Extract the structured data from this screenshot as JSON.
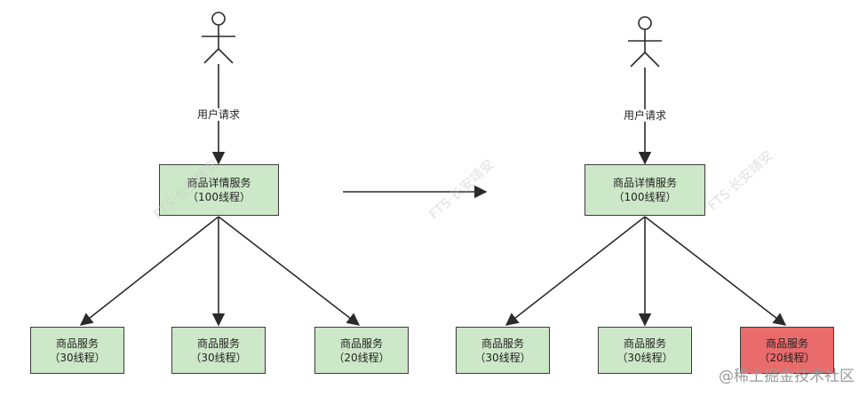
{
  "colors": {
    "normal_fill": "#cde8c8",
    "failed_fill": "#ea6b6b",
    "stroke": "#2b2b2b"
  },
  "left": {
    "actor_icon": "stick-figure-user",
    "request_label": "用户请求",
    "detail_service": {
      "name": "商品详情服务",
      "threads": "（100线程）"
    },
    "product_services": [
      {
        "name": "商品服务",
        "threads": "（30线程）"
      },
      {
        "name": "商品服务",
        "threads": "（30线程）"
      },
      {
        "name": "商品服务",
        "threads": "（20线程）"
      }
    ]
  },
  "transition_icon": "arrow-right",
  "right": {
    "actor_icon": "stick-figure-user",
    "request_label": "用户请求",
    "detail_service": {
      "name": "商品详情服务",
      "threads": "（100线程）"
    },
    "product_services": [
      {
        "name": "商品服务",
        "threads": "（30线程）",
        "state": "normal"
      },
      {
        "name": "商品服务",
        "threads": "（30线程）",
        "state": "normal"
      },
      {
        "name": "商品服务",
        "threads": "（20线程）",
        "state": "failed"
      }
    ]
  },
  "watermarks": [
    "FTS·长安靖安",
    "FTS·长安靖安",
    "FTS·长安靖安"
  ],
  "credit": "@稀土掘金技术社区"
}
